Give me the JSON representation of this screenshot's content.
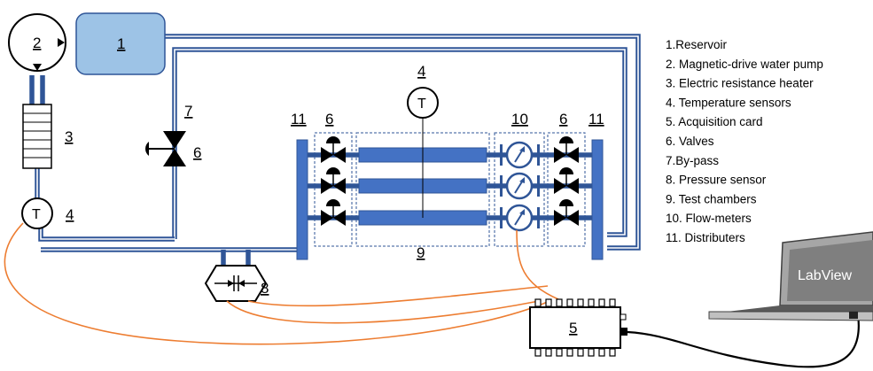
{
  "labels": {
    "reservoir": "1",
    "pump": "2",
    "heater": "3",
    "temp_sensor_center": "4",
    "temp_sensor_left": "4",
    "acquisition_card": "5",
    "valves_left": "6",
    "valves_right": "6",
    "bypass_valve": "6",
    "bypass": "7",
    "pressure_sensor": "8",
    "test_chambers": "9",
    "flow_meters": "10",
    "distributer_left": "11",
    "distributer_right": "11",
    "temp_symbol": "T",
    "laptop_screen": "LabView"
  },
  "legend": [
    "1.Reservoir",
    "2. Magnetic-drive water pump",
    "3. Electric resistance heater",
    "4. Temperature sensors",
    "5. Acquisition card",
    "6. Valves",
    "7.By-pass",
    "8. Pressure sensor",
    "9. Test chambers",
    "10. Flow-meters",
    "11. Distributers"
  ],
  "colors": {
    "pipe": "#2f5597",
    "component_fill": "#4472c4",
    "reservoir_fill": "#9dc3e6",
    "wire": "#ed7d31"
  }
}
